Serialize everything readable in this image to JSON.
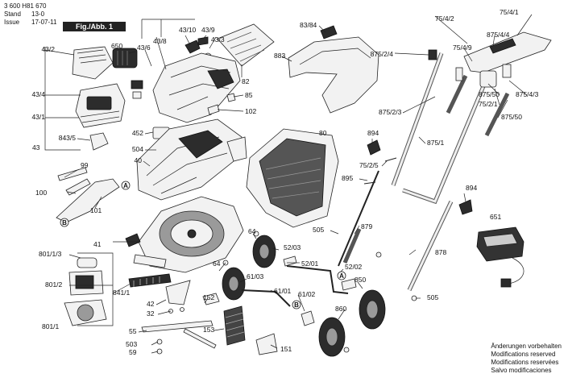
{
  "header": {
    "doc_number": "3 600 H81 670",
    "stand_label": "Stand",
    "stand_value": "13-0",
    "issue_label": "Issue",
    "issue_value": "17-07-11",
    "fig_label": "Fig./Abb. 1"
  },
  "notes": [
    "Änderungen vorbehalten",
    "Modifications reserved",
    "Modifications reservées",
    "Salvo modificaciones"
  ],
  "labels": {
    "l43_2": "43/2",
    "l650": "650",
    "l43_6": "43/6",
    "l43_8": "43/8",
    "l43_10": "43/10",
    "l43_9": "43/9",
    "l43_3": "43/3",
    "l82": "82",
    "l85": "85",
    "l102": "102",
    "l83_84": "83/84",
    "l883": "883",
    "l75_4_2": "75/4/2",
    "l75_4_1": "75/4/1",
    "l875_4_4": "875/4/4",
    "l75_4_9": "75/4/9",
    "l875_2_4": "875/2/4",
    "l875_50a": "875/50",
    "l75_2_1": "75/2/1",
    "l875_4_3": "875/4/3",
    "l875_50b": "875/50",
    "l875_2_3": "875/2/3",
    "l875_1": "875/1",
    "l43_4": "43/4",
    "l43_1": "43/1",
    "l843_5": "843/5",
    "l43": "43",
    "l452": "452",
    "l504": "504",
    "l40": "40",
    "l80": "80",
    "l894a": "894",
    "l75_2_5": "75/2/5",
    "l895": "895",
    "l894b": "894",
    "l651": "651",
    "l99": "99",
    "l100": "100",
    "l101": "101",
    "l879": "879",
    "l64a": "64",
    "l52_03": "52/03",
    "l505a": "505",
    "l52_01": "52/01",
    "l52_02": "52/02",
    "l878": "878",
    "l41": "41",
    "l801_1_3": "801/1/3",
    "l64b": "64",
    "l61_03": "61/03",
    "l850": "850",
    "l801_2": "801/2",
    "l841_1": "841/1",
    "l61_01": "61/01",
    "l61_02": "61/02",
    "l505b": "505",
    "l42": "42",
    "l152": "152",
    "l860": "860",
    "l32": "32",
    "l801_1": "801/1",
    "l55": "55",
    "l153": "153",
    "l503": "503",
    "l59": "59",
    "l151": "151",
    "cA1": "A",
    "cB1": "B",
    "cA2": "A",
    "cB2": "B"
  }
}
